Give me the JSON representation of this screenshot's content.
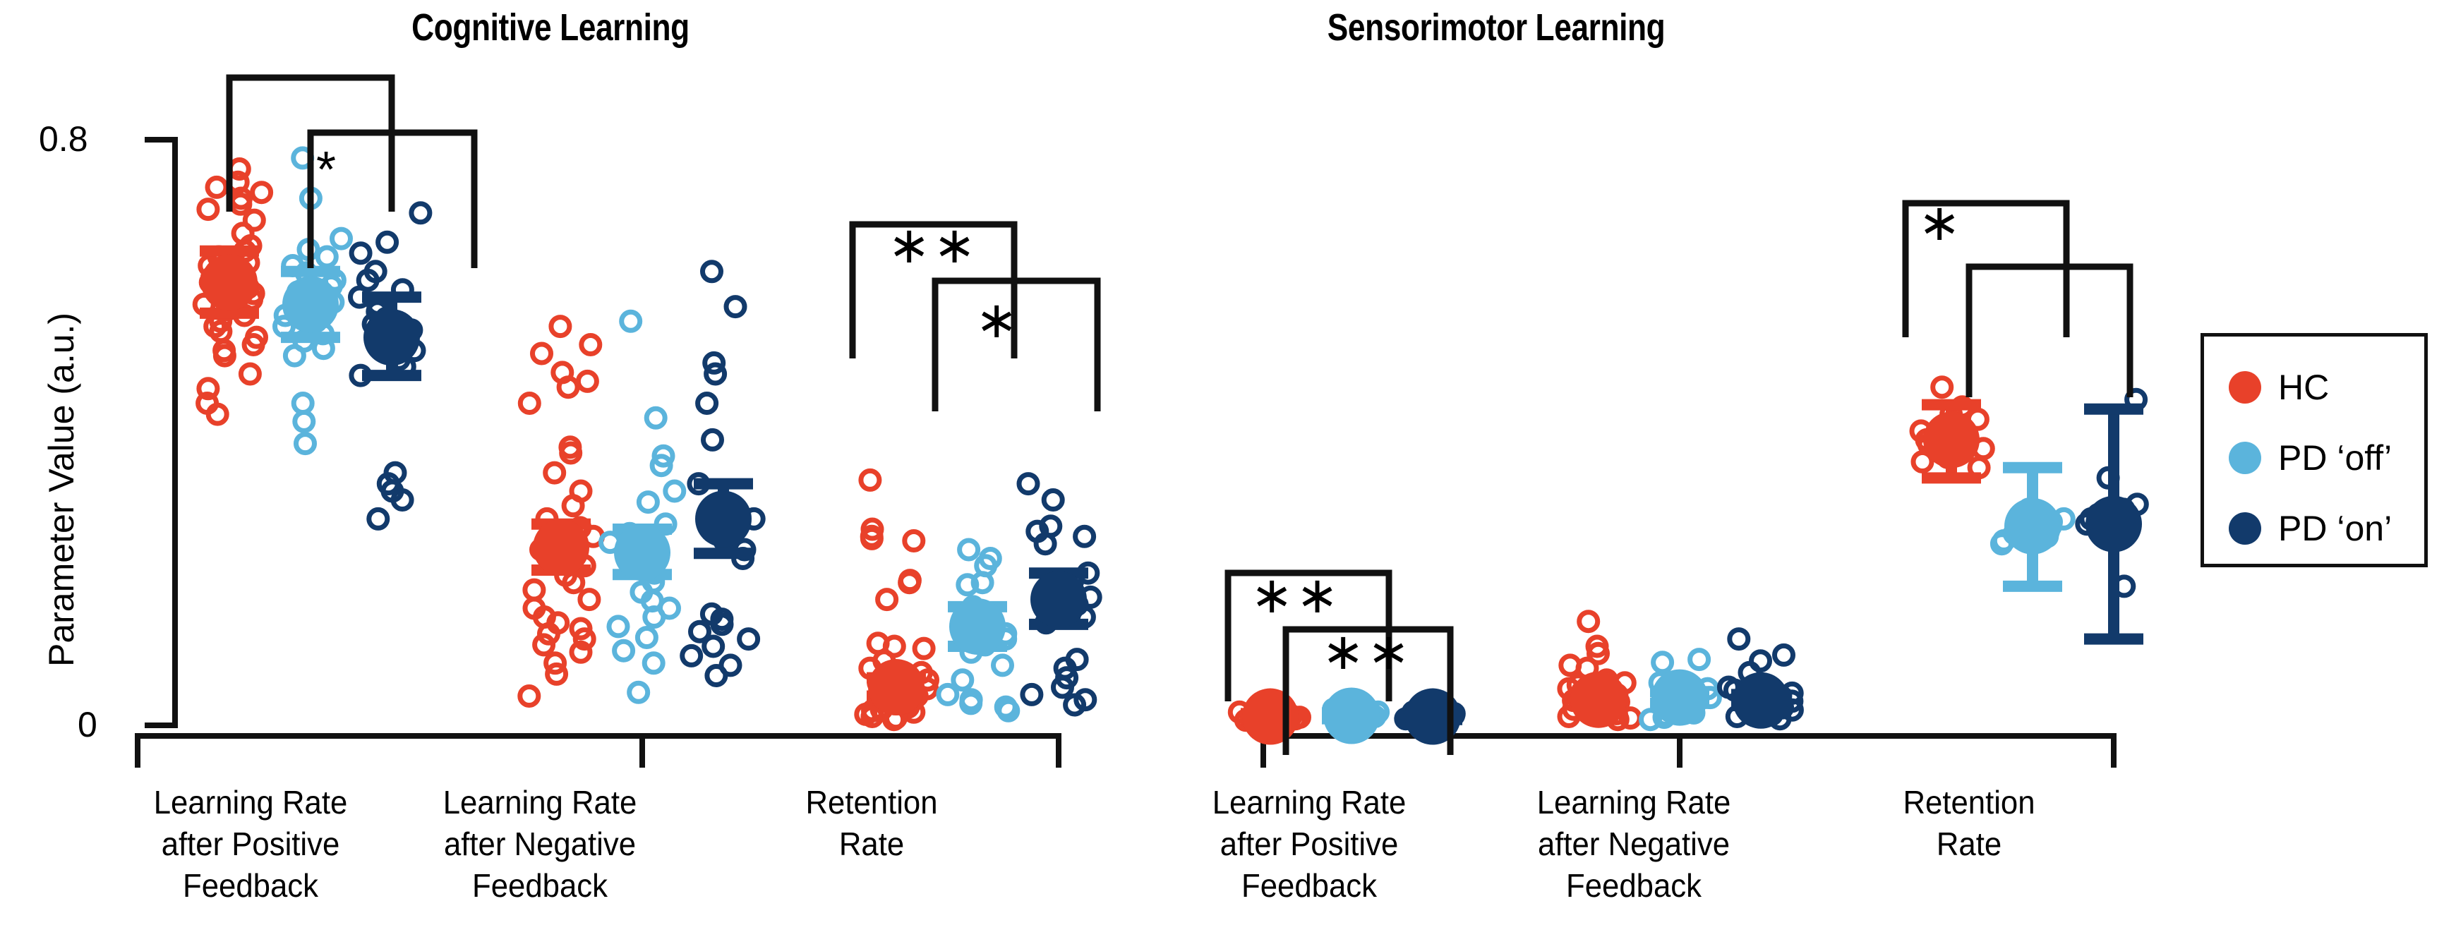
{
  "figure": {
    "background": "#ffffff",
    "y_axis_label": "Parameter Value (a.u.)",
    "y_ticks": [
      "0.8",
      "0"
    ]
  },
  "legend": {
    "position": "right",
    "entries": [
      {
        "label": "HC",
        "color": "#E8412A"
      },
      {
        "label": "PD ‘off’",
        "color": "#5BB4DC"
      },
      {
        "label": "PD ‘on’",
        "color": "#123A6B"
      }
    ]
  },
  "chart_data": {
    "type": "scatter",
    "title": "",
    "xlabel": "",
    "ylabel": "Parameter Value (a.u.)",
    "ylim": [
      0,
      0.8
    ],
    "grid": false,
    "legend_position": "right",
    "group_colors": {
      "HC": "#E8412A",
      "PD 'off'": "#5BB4DC",
      "PD 'on'": "#123A6B"
    },
    "categories": [
      "Learning Rate after Positive Feedback",
      "Learning Rate after Negative Feedback",
      "Retention Rate"
    ],
    "panels": [
      {
        "name": "cognitive",
        "title": "Cognitive Learning",
        "categories": [
          {
            "label_lines": [
              "Learning Rate",
              "after Positive",
              "Feedback"
            ],
            "series": [
              {
                "name": "HC",
                "mean": 0.605,
                "err_low": 0.563,
                "err_high": 0.648,
                "points": [
                  0.76,
                  0.735,
                  0.742,
                  0.728,
                  0.72,
                  0.712,
                  0.705,
                  0.69,
                  0.672,
                  0.655,
                  0.648,
                  0.64,
                  0.632,
                  0.628,
                  0.62,
                  0.612,
                  0.605,
                  0.598,
                  0.59,
                  0.582,
                  0.575,
                  0.568,
                  0.56,
                  0.552,
                  0.545,
                  0.538,
                  0.53,
                  0.52,
                  0.512,
                  0.505,
                  0.48,
                  0.46,
                  0.44,
                  0.425
                ]
              },
              {
                "name": "PD ‘off’",
                "mean": 0.575,
                "err_low": 0.53,
                "err_high": 0.62,
                "points": [
                  0.775,
                  0.72,
                  0.665,
                  0.65,
                  0.64,
                  0.628,
                  0.618,
                  0.608,
                  0.6,
                  0.592,
                  0.585,
                  0.578,
                  0.57,
                  0.56,
                  0.552,
                  0.545,
                  0.535,
                  0.525,
                  0.515,
                  0.505,
                  0.44,
                  0.415,
                  0.385
                ]
              },
              {
                "name": "PD ‘on’",
                "mean": 0.53,
                "err_low": 0.478,
                "err_high": 0.585,
                "points": [
                  0.7,
                  0.66,
                  0.645,
                  0.62,
                  0.608,
                  0.595,
                  0.585,
                  0.575,
                  0.565,
                  0.556,
                  0.548,
                  0.54,
                  0.53,
                  0.52,
                  0.512,
                  0.5,
                  0.49,
                  0.478,
                  0.345,
                  0.33,
                  0.32,
                  0.308,
                  0.282
                ]
              }
            ],
            "significance": [
              {
                "from": "HC",
                "to": "PD ‘on’",
                "stars": "",
                "level": 1
              },
              {
                "from": "PD ‘off’",
                "to": "PD ‘on’",
                "stars": "*",
                "level": 2
              }
            ]
          },
          {
            "label_lines": [
              "Learning Rate",
              "after Negative",
              "Feedback"
            ],
            "series": [
              {
                "name": "HC",
                "mean": 0.243,
                "err_low": 0.212,
                "err_high": 0.275,
                "points": [
                  0.545,
                  0.52,
                  0.508,
                  0.482,
                  0.47,
                  0.462,
                  0.44,
                  0.38,
                  0.372,
                  0.345,
                  0.32,
                  0.3,
                  0.282,
                  0.27,
                  0.258,
                  0.248,
                  0.24,
                  0.232,
                  0.225,
                  0.218,
                  0.205,
                  0.195,
                  0.185,
                  0.172,
                  0.16,
                  0.148,
                  0.14,
                  0.132,
                  0.125,
                  0.118,
                  0.11,
                  0.1,
                  0.085,
                  0.07,
                  0.04
                ]
              },
              {
                "name": "PD ‘off’",
                "mean": 0.236,
                "err_low": 0.206,
                "err_high": 0.268,
                "points": [
                  0.552,
                  0.42,
                  0.368,
                  0.355,
                  0.32,
                  0.305,
                  0.275,
                  0.262,
                  0.25,
                  0.24,
                  0.23,
                  0.22,
                  0.208,
                  0.196,
                  0.182,
                  0.17,
                  0.16,
                  0.148,
                  0.135,
                  0.12,
                  0.102,
                  0.085,
                  0.045
                ]
              },
              {
                "name": "PD ‘on’",
                "mean": 0.282,
                "err_low": 0.235,
                "err_high": 0.33,
                "points": [
                  0.62,
                  0.572,
                  0.495,
                  0.48,
                  0.44,
                  0.39,
                  0.33,
                  0.3,
                  0.282,
                  0.268,
                  0.252,
                  0.24,
                  0.228,
                  0.152,
                  0.145,
                  0.138,
                  0.128,
                  0.118,
                  0.108,
                  0.095,
                  0.082,
                  0.068
                ]
              }
            ],
            "significance": []
          },
          {
            "label_lines": [
              "Retention",
              "Rate"
            ],
            "series": [
              {
                "name": "HC",
                "mean": 0.052,
                "err_low": 0.04,
                "err_high": 0.065,
                "points": [
                  0.335,
                  0.268,
                  0.258,
                  0.255,
                  0.252,
                  0.198,
                  0.195,
                  0.172,
                  0.112,
                  0.108,
                  0.105,
                  0.088,
                  0.078,
                  0.072,
                  0.068,
                  0.062,
                  0.058,
                  0.055,
                  0.052,
                  0.05,
                  0.048,
                  0.045,
                  0.042,
                  0.04,
                  0.038,
                  0.035,
                  0.032,
                  0.03,
                  0.028,
                  0.025,
                  0.022,
                  0.02,
                  0.018,
                  0.015,
                  0.012,
                  0.01,
                  0.008
                ]
              },
              {
                "name": "PD ‘off’",
                "mean": 0.135,
                "err_low": 0.108,
                "err_high": 0.162,
                "points": [
                  0.24,
                  0.228,
                  0.218,
                  0.195,
                  0.192,
                  0.162,
                  0.152,
                  0.14,
                  0.132,
                  0.125,
                  0.118,
                  0.11,
                  0.1,
                  0.082,
                  0.062,
                  0.042,
                  0.035,
                  0.03,
                  0.025,
                  0.02
                ]
              },
              {
                "name": "PD ‘on’",
                "mean": 0.172,
                "err_low": 0.138,
                "err_high": 0.208,
                "points": [
                  0.33,
                  0.308,
                  0.272,
                  0.265,
                  0.258,
                  0.248,
                  0.208,
                  0.198,
                  0.175,
                  0.165,
                  0.16,
                  0.152,
                  0.148,
                  0.14,
                  0.09,
                  0.078,
                  0.065,
                  0.052,
                  0.042,
                  0.035,
                  0.028
                ]
              }
            ],
            "significance": [
              {
                "from": "HC",
                "to": "PD ‘off’",
                "stars": "∗∗",
                "level": 1
              },
              {
                "from": "PD ‘off’",
                "to": "PD ‘on’",
                "stars": "∗",
                "level": 2
              }
            ]
          }
        ]
      },
      {
        "name": "sensorimotor",
        "title": "Sensorimotor Learning",
        "categories": [
          {
            "label_lines": [
              "Learning Rate",
              "after Positive",
              "Feedback"
            ],
            "series": [
              {
                "name": "HC",
                "mean": 0.012,
                "err_low": 0.009,
                "err_high": 0.016,
                "points": [
                  0.018,
                  0.016,
                  0.014,
                  0.013,
                  0.012,
                  0.011,
                  0.01,
                  0.009,
                  0.008,
                  0.007
                ]
              },
              {
                "name": "PD ‘off’",
                "mean": 0.013,
                "err_low": 0.009,
                "err_high": 0.017,
                "points": [
                  0.022,
                  0.018,
                  0.016,
                  0.014,
                  0.013,
                  0.012,
                  0.011,
                  0.01,
                  0.008
                ]
              },
              {
                "name": "PD ‘on’",
                "mean": 0.012,
                "err_low": 0.008,
                "err_high": 0.016,
                "points": [
                  0.018,
                  0.016,
                  0.014,
                  0.012,
                  0.011,
                  0.01,
                  0.009,
                  0.008
                ]
              }
            ],
            "significance": [
              {
                "from": "HC",
                "to": "PD ‘off’",
                "stars": "∗∗",
                "level": 1
              },
              {
                "from": "PD ‘off’",
                "to": "PD ‘on’",
                "stars": "∗∗",
                "level": 2
              }
            ]
          },
          {
            "label_lines": [
              "Learning Rate",
              "after Negative",
              "Feedback"
            ],
            "series": [
              {
                "name": "HC",
                "mean": 0.035,
                "err_low": 0.028,
                "err_high": 0.042,
                "points": [
                  0.142,
                  0.108,
                  0.098,
                  0.082,
                  0.078,
                  0.062,
                  0.058,
                  0.055,
                  0.05,
                  0.046,
                  0.042,
                  0.04,
                  0.038,
                  0.036,
                  0.034,
                  0.032,
                  0.03,
                  0.028,
                  0.026,
                  0.024,
                  0.022,
                  0.02,
                  0.018,
                  0.016,
                  0.014,
                  0.012,
                  0.01,
                  0.008
                ]
              },
              {
                "name": "PD ‘off’",
                "mean": 0.038,
                "err_low": 0.03,
                "err_high": 0.046,
                "points": [
                  0.09,
                  0.086,
                  0.058,
                  0.054,
                  0.05,
                  0.046,
                  0.042,
                  0.038,
                  0.035,
                  0.032,
                  0.029,
                  0.026,
                  0.023,
                  0.02,
                  0.017,
                  0.014,
                  0.011,
                  0.008
                ]
              },
              {
                "name": "PD ‘on’",
                "mean": 0.034,
                "err_low": 0.027,
                "err_high": 0.042,
                "points": [
                  0.118,
                  0.096,
                  0.088,
                  0.072,
                  0.052,
                  0.048,
                  0.044,
                  0.04,
                  0.036,
                  0.033,
                  0.03,
                  0.027,
                  0.024,
                  0.021,
                  0.018,
                  0.015,
                  0.012,
                  0.009
                ]
              }
            ],
            "significance": []
          },
          {
            "label_lines": [
              "Retention",
              "Rate"
            ],
            "series": [
              {
                "name": "HC",
                "mean": 0.39,
                "err_low": 0.338,
                "err_high": 0.438,
                "points": [
                  0.462,
                  0.435,
                  0.425,
                  0.418,
                  0.41,
                  0.402,
                  0.396,
                  0.39,
                  0.384,
                  0.378,
                  0.372,
                  0.366,
                  0.36,
                  0.352
                ]
              },
              {
                "name": "PD ‘off’",
                "mean": 0.272,
                "err_low": 0.19,
                "err_high": 0.352,
                "points": [
                  0.295,
                  0.288,
                  0.282,
                  0.278,
                  0.272,
                  0.268,
                  0.262,
                  0.258,
                  0.252,
                  0.248
                ]
              },
              {
                "name": "PD ‘on’",
                "mean": 0.275,
                "err_low": 0.118,
                "err_high": 0.432,
                "points": [
                  0.445,
                  0.338,
                  0.302,
                  0.295,
                  0.288,
                  0.282,
                  0.275,
                  0.268,
                  0.262,
                  0.19
                ]
              }
            ],
            "significance": [
              {
                "from": "HC",
                "to": "PD ‘off’",
                "stars": "∗",
                "level": 1
              },
              {
                "from": "PD ‘off’",
                "to": "PD ‘on’",
                "stars": "",
                "level": 2
              }
            ]
          }
        ]
      }
    ]
  }
}
